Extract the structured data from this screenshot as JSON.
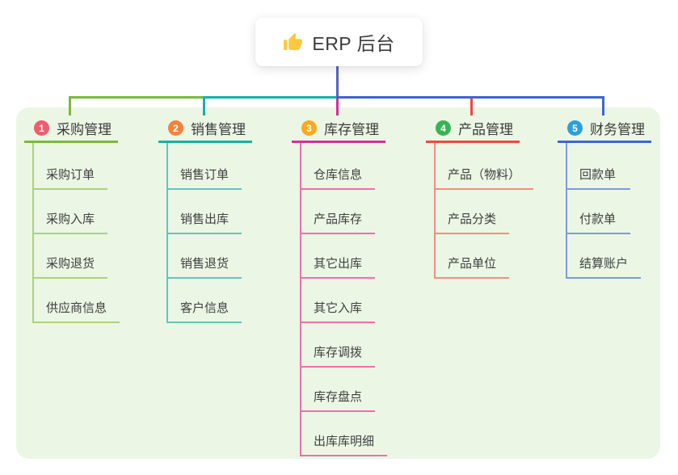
{
  "root": {
    "title": "ERP 后台",
    "icon": "thumbs-up-icon"
  },
  "branches": [
    {
      "number": "1",
      "label": "采购管理",
      "badge_color": "#F25C6E",
      "line_color": "#7CB93C",
      "child_line_color": "#A9D47C",
      "children": [
        "采购订单",
        "采购入库",
        "采购退货",
        "供应商信息"
      ]
    },
    {
      "number": "2",
      "label": "销售管理",
      "badge_color": "#F5823B",
      "line_color": "#16B1A7",
      "child_line_color": "#5FC6C0",
      "children": [
        "销售订单",
        "销售出库",
        "销售退货",
        "客户信息"
      ]
    },
    {
      "number": "3",
      "label": "库存管理",
      "badge_color": "#F9A91E",
      "line_color": "#D42F99",
      "child_line_color": "#EE6FAE",
      "children": [
        "仓库信息",
        "产品库存",
        "其它出库",
        "其它入库",
        "库存调拨",
        "库存盘点",
        "出库库明细"
      ]
    },
    {
      "number": "4",
      "label": "产品管理",
      "badge_color": "#3AB356",
      "line_color": "#F3473C",
      "child_line_color": "#F68C83",
      "children": [
        "产品（物料）",
        "产品分类",
        "产品单位"
      ]
    },
    {
      "number": "5",
      "label": "财务管理",
      "badge_color": "#2C9FDB",
      "line_color": "#3D66D2",
      "child_line_color": "#7D9ADF",
      "children": [
        "回款单",
        "付款单",
        "结算账户"
      ]
    }
  ],
  "colors": {
    "root_connector": "#5864C6",
    "panel_bg": "#EBF6E5",
    "canvas_bg": "#FFFFFF",
    "icon_color": "#FFC83D"
  }
}
